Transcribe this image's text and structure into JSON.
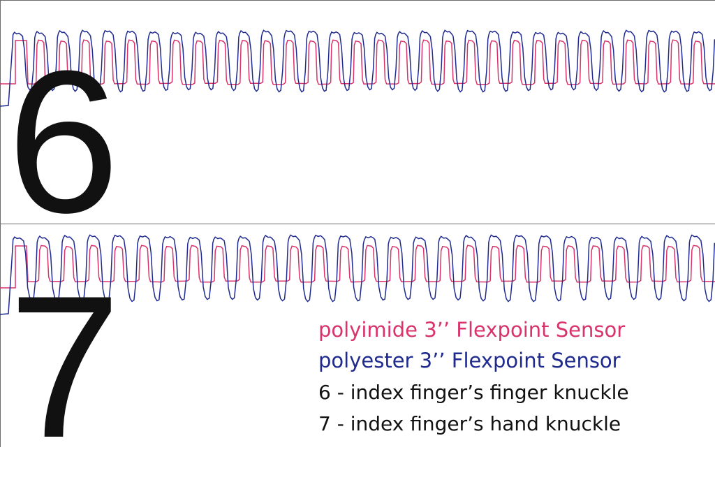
{
  "colors": {
    "polyimide": "#d8336a",
    "polyester": "#1f2a8f",
    "frame": "#6b6b6b"
  },
  "labels": {
    "num6": "6",
    "num7": "7"
  },
  "legend": {
    "polyimide": "polyimide 3’’ Flexpoint Sensor",
    "polyester": "polyester 3’’ Flexpoint Sensor",
    "note6": "6 - index finger’s finger knuckle",
    "note7": "7 - index finger’s hand knuckle"
  },
  "chart_data": [
    {
      "type": "line",
      "panel": "6",
      "series": [
        {
          "name": "polyimide 3’’ Flexpoint Sensor",
          "cycles": 31,
          "low": 0.08,
          "high": 0.86,
          "start_level": 0.08
        },
        {
          "name": "polyester 3’’ Flexpoint Sensor",
          "cycles": 31,
          "low": 0.0,
          "high": 1.0,
          "start_level": -0.2
        }
      ]
    },
    {
      "type": "line",
      "panel": "7",
      "series": [
        {
          "name": "polyimide 3’’ Flexpoint Sensor",
          "cycles": 28,
          "low": 0.12,
          "high": 0.86,
          "start_level": 0.12
        },
        {
          "name": "polyester 3’’ Flexpoint Sensor",
          "cycles": 28,
          "low": 0.0,
          "high": 1.0,
          "start_level": -0.2
        }
      ]
    }
  ]
}
